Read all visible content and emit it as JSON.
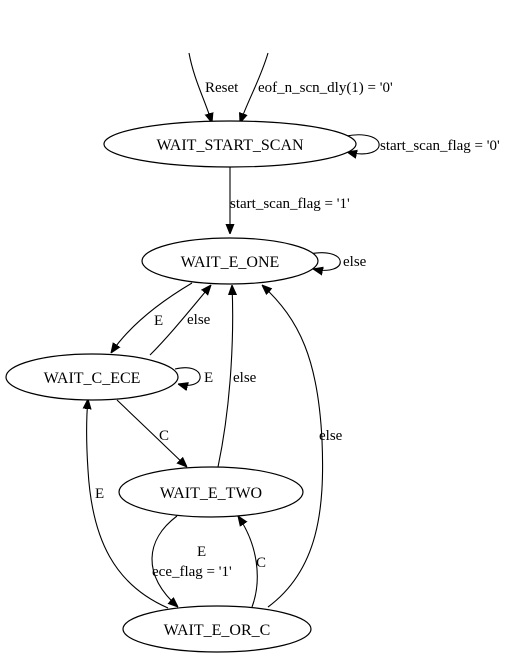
{
  "diagram": {
    "nodes": {
      "wait_start_scan": "WAIT_START_SCAN",
      "wait_e_one": "WAIT_E_ONE",
      "wait_c_ece": "WAIT_C_ECE",
      "wait_e_two": "WAIT_E_TWO",
      "wait_e_or_c": "WAIT_E_OR_C"
    },
    "edges": {
      "reset": "Reset",
      "eof_cond": "eof_n_scn_dly(1) = '0'",
      "start_self": "start_scan_flag = '0'",
      "start_to_one": "start_scan_flag = '1'",
      "one_self": "else",
      "one_to_cece": "E",
      "cece_to_one": "else",
      "cece_self": "E",
      "two_to_one": "else",
      "orc_to_one": "else",
      "cece_to_two": "C",
      "orc_to_cece": "E",
      "two_to_orc_e": "E",
      "two_to_orc_flag": "ece_flag = '1'",
      "orc_to_two": "C"
    }
  }
}
